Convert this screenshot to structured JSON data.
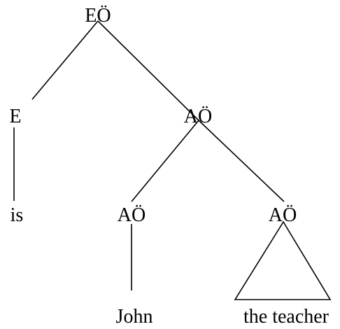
{
  "tree": {
    "nodes": {
      "root": "EÖ",
      "e": "E",
      "a_top": "AÖ",
      "is": "is",
      "a_left": "AÖ",
      "a_right": "AÖ",
      "john": "John",
      "teacher": "the teacher"
    },
    "colors": {
      "line": "#000000",
      "text": "#000000",
      "background": "#ffffff"
    }
  }
}
